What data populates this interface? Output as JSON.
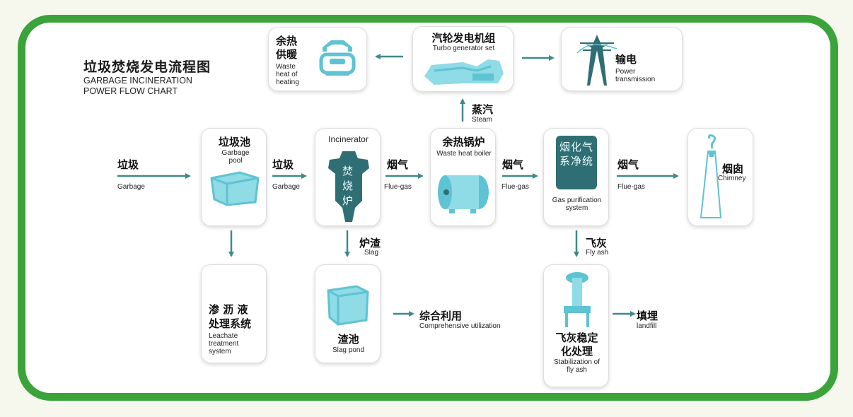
{
  "title": {
    "cn": "垃圾焚烧发电流程图",
    "en1": "GARBAGE INCINERATION",
    "en2": "POWER  FLOW CHART"
  },
  "colors": {
    "frame": "#3aa33a",
    "arrow": "#3f8a8a",
    "icon": "#5ec3d2",
    "icon_dark": "#2f6e73"
  },
  "nodes": {
    "heating": {
      "cn1": "余热",
      "cn2": "供暖",
      "en": "Waste heat of heating"
    },
    "turbine": {
      "cn": "汽轮发电机组",
      "en": "Turbo generator set"
    },
    "power": {
      "cn": "输电",
      "en": "Power transmission"
    },
    "pool": {
      "cn": "垃圾池",
      "en": "Garbage pool"
    },
    "incinerator": {
      "en": "Incinerator",
      "cn": "焚烧炉"
    },
    "boiler": {
      "cn": "余热锅炉",
      "en": "Waste heat boiler"
    },
    "purification": {
      "cn": "烟化气系净统",
      "en": "Gas purification system"
    },
    "chimney": {
      "cn": "烟囱",
      "en": "Chimney"
    },
    "leachate": {
      "cn1": "渗 沥 液",
      "cn2": "处理系统",
      "en": "Leachate treatment system"
    },
    "slag_pond": {
      "cn": "渣池",
      "en": "Slag pond"
    },
    "fly_ash_stab": {
      "cn1": "飞灰稳定",
      "cn2": "化处理",
      "en": "Stabilization of fly ash"
    }
  },
  "flows": {
    "garbage_in": {
      "cn": "垃圾",
      "en": "Garbage"
    },
    "garbage_2": {
      "cn": "垃圾",
      "en": "Garbage"
    },
    "flue1": {
      "cn": "烟气",
      "en": "Flue-gas"
    },
    "flue2": {
      "cn": "烟气",
      "en": "Flue-gas"
    },
    "flue3": {
      "cn": "烟气",
      "en": "Flue-gas"
    },
    "steam": {
      "cn": "蒸汽",
      "en": "Steam"
    },
    "slag": {
      "cn": "炉渣",
      "en": "Slag"
    },
    "fly_ash": {
      "cn": "飞灰",
      "en": "Fly ash"
    },
    "util": {
      "cn": "综合利用",
      "en": "Comprehensive utilization"
    },
    "landfill": {
      "cn": "填埋",
      "en": "landfill"
    }
  }
}
